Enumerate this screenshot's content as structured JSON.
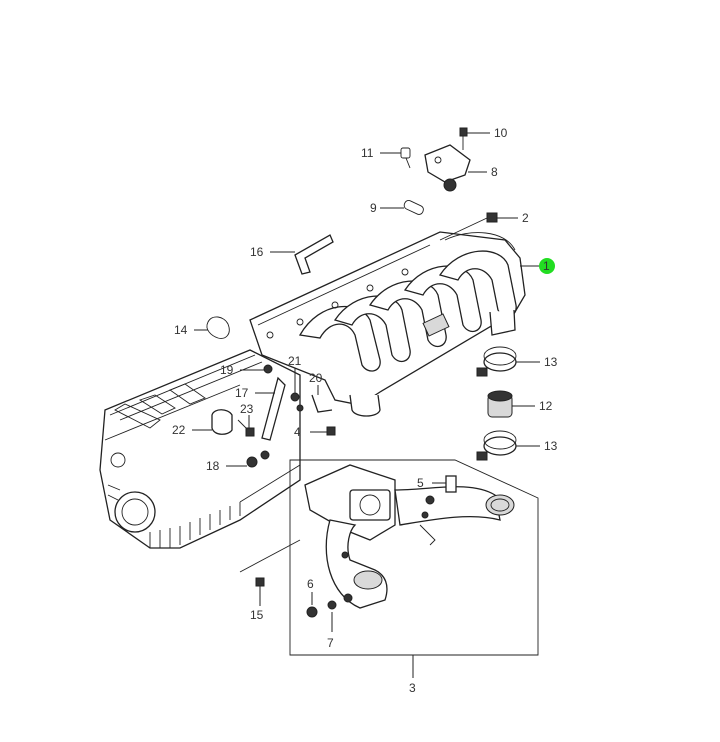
{
  "diagram": {
    "highlight_color": "#22dd22",
    "parts": [
      {
        "id": "part-1",
        "label": "1"
      },
      {
        "id": "part-2",
        "label": "2"
      },
      {
        "id": "part-3",
        "label": "3"
      },
      {
        "id": "part-4",
        "label": "4"
      },
      {
        "id": "part-5",
        "label": "5"
      },
      {
        "id": "part-6",
        "label": "6"
      },
      {
        "id": "part-7",
        "label": "7"
      },
      {
        "id": "part-8",
        "label": "8"
      },
      {
        "id": "part-9",
        "label": "9"
      },
      {
        "id": "part-10",
        "label": "10"
      },
      {
        "id": "part-11",
        "label": "11"
      },
      {
        "id": "part-12",
        "label": "12"
      },
      {
        "id": "part-13a",
        "label": "13"
      },
      {
        "id": "part-13b",
        "label": "13"
      },
      {
        "id": "part-14",
        "label": "14"
      },
      {
        "id": "part-15",
        "label": "15"
      },
      {
        "id": "part-16",
        "label": "16"
      },
      {
        "id": "part-17",
        "label": "17"
      },
      {
        "id": "part-18",
        "label": "18"
      },
      {
        "id": "part-19",
        "label": "19"
      },
      {
        "id": "part-20",
        "label": "20"
      },
      {
        "id": "part-21",
        "label": "21"
      },
      {
        "id": "part-22",
        "label": "22"
      },
      {
        "id": "part-23",
        "label": "23"
      }
    ]
  }
}
